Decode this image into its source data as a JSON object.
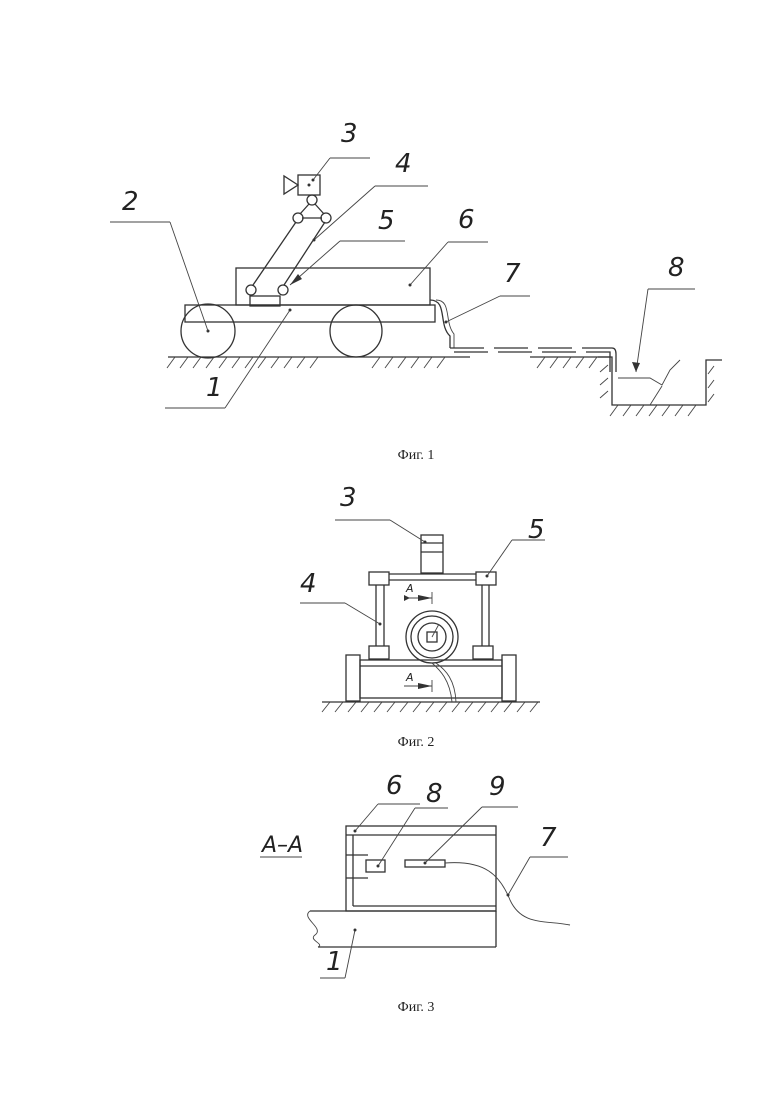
{
  "figures": [
    {
      "caption": "Фиг. 1",
      "labels": [
        "1",
        "2",
        "3",
        "4",
        "5",
        "6",
        "7",
        "8"
      ]
    },
    {
      "caption": "Фиг. 2",
      "labels": [
        "3",
        "4",
        "5"
      ],
      "section_marks": [
        "A",
        "A"
      ]
    },
    {
      "caption": "Фиг. 3",
      "section_title": "A–A",
      "labels": [
        "1",
        "6",
        "7",
        "8",
        "9"
      ]
    }
  ]
}
